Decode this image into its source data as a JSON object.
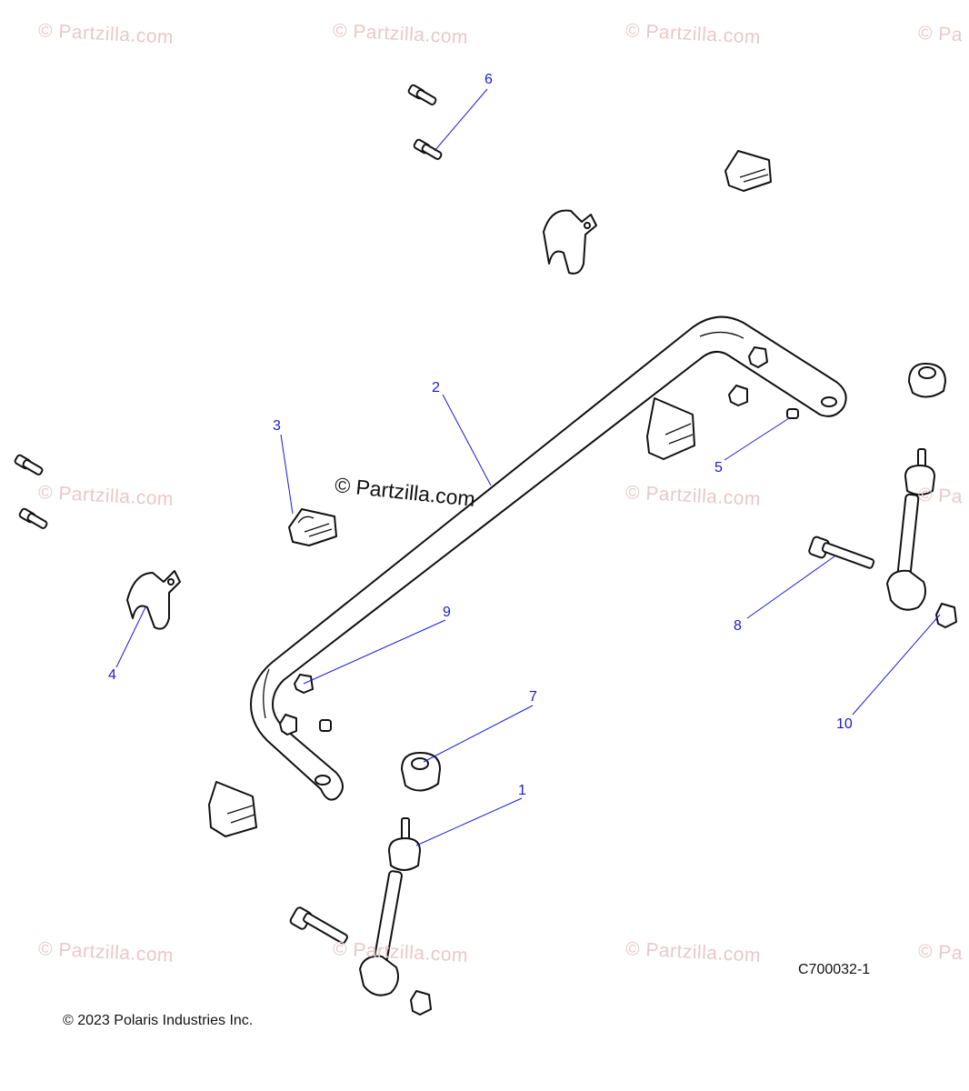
{
  "watermark": {
    "text": "© Partzilla.com",
    "cropped_text": "© Pa"
  },
  "callouts": [
    "1",
    "2",
    "3",
    "4",
    "5",
    "6",
    "7",
    "8",
    "9",
    "10"
  ],
  "diagram_code": "C700032-1",
  "copyright": "© 2023 Polaris Industries Inc."
}
